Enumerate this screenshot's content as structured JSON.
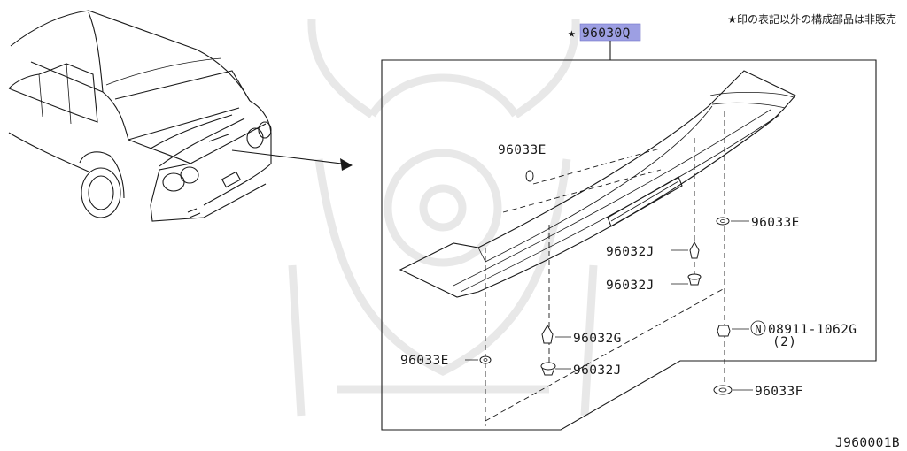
{
  "header_note": "★印の表記以外の構成部品は非販売",
  "assembly": {
    "star": "★",
    "code": "96030Q",
    "highlight_color": "#9d9fe3"
  },
  "parts": [
    {
      "id": "clip-96033e-upper",
      "code": "96033E"
    },
    {
      "id": "clip-96033e-right",
      "code": "96033E"
    },
    {
      "id": "grommet-96032j-a",
      "code": "96032J"
    },
    {
      "id": "grommet-96032j-b",
      "code": "96032J"
    },
    {
      "id": "grommet-96032g",
      "code": "96032G"
    },
    {
      "id": "clip-96033e-left",
      "code": "96033E"
    },
    {
      "id": "grommet-96032j-c",
      "code": "96032J"
    },
    {
      "id": "nut-08911",
      "code": "08911-1062G",
      "prefix": "N",
      "qty": "(2)"
    },
    {
      "id": "seal-96033f",
      "code": "96033F"
    }
  ],
  "figure_id": "J960001B"
}
